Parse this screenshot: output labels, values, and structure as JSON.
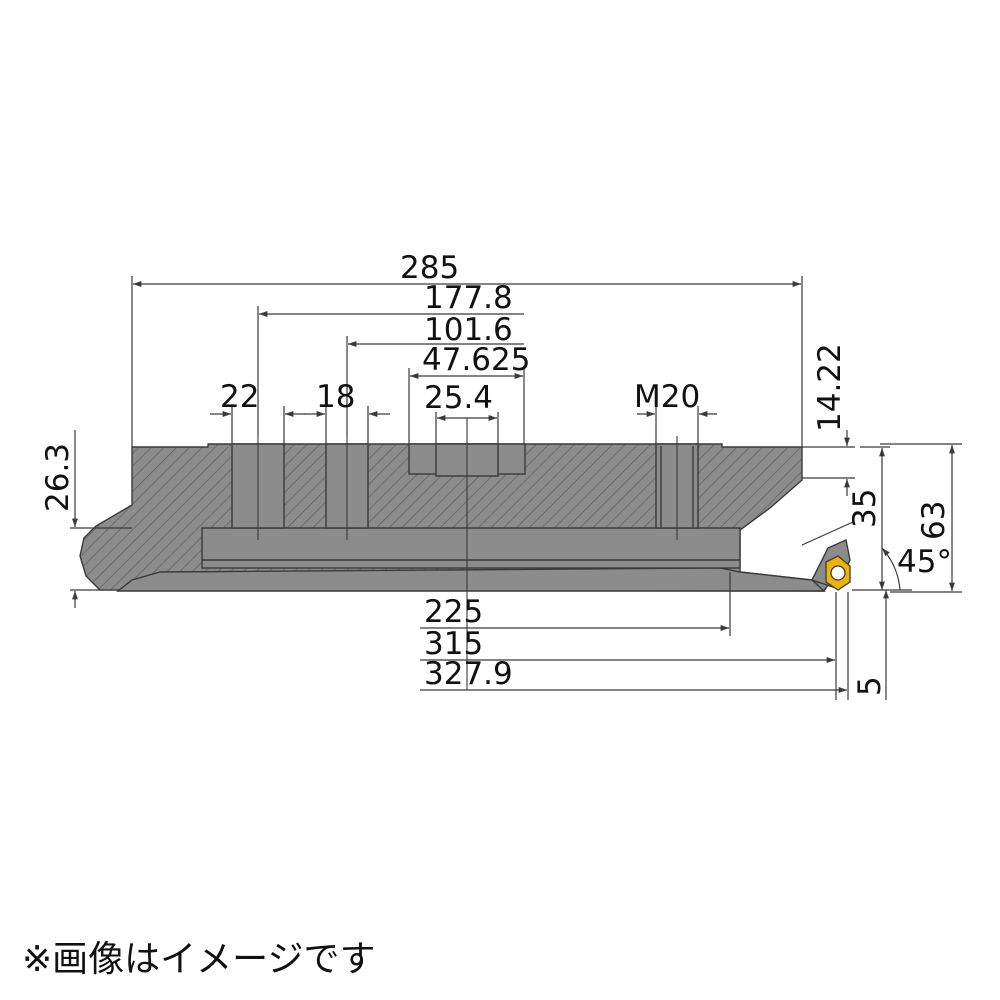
{
  "dimensions": {
    "d285": "285",
    "d177_8": "177.8",
    "d101_6": "101.6",
    "d47_625": "47.625",
    "d25_4": "25.4",
    "d22": "22",
    "d18": "18",
    "dM20": "M20",
    "d14_22": "14.22",
    "d26_3": "26.3",
    "d35": "35",
    "d63": "63",
    "d45": "45°",
    "d5": "5",
    "d225": "225",
    "d315": "315",
    "d327_9": "327.9"
  },
  "note": "※画像はイメージです",
  "colors": {
    "body": "#8c8c8c",
    "hatch": "#5a5a5a",
    "insert": "#f0b400",
    "line": "#3a3a3a"
  }
}
